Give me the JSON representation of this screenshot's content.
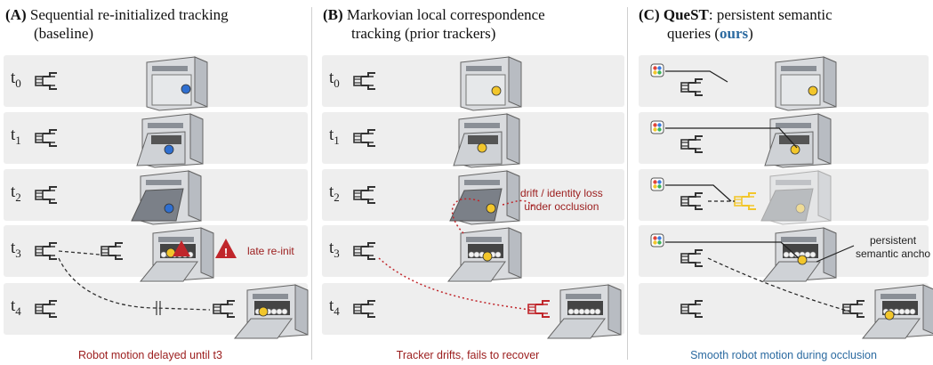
{
  "panels": [
    {
      "id": "A",
      "prefix": "(A)",
      "title_line1": "Sequential re-initialized tracking",
      "title_line2": "(baseline)",
      "caption": "Robot motion delayed until t3",
      "caption_color": "#9b1c1c",
      "annotation": "late re-init"
    },
    {
      "id": "B",
      "prefix": "(B)",
      "title_line1": "Markovian local correspondence",
      "title_line2": "tracking (prior trackers)",
      "caption": "Tracker drifts, fails to recover",
      "caption_color": "#9b1c1c",
      "annotation_line1": "drift / identity loss",
      "annotation_line2": "under occlusion"
    },
    {
      "id": "C",
      "prefix": "(C)",
      "title_bold": "QueST",
      "title_rest": ": persistent semantic",
      "title_line2_a": "queries (",
      "title_line2_ours": "ours",
      "title_line2_b": ")",
      "caption": "Smooth robot motion during occlusion",
      "caption_color": "#2b6aa0",
      "annotation_line1": "persistent",
      "annotation_line2": "semantic ancho"
    }
  ],
  "timesteps": [
    {
      "base": "t",
      "sub": "0"
    },
    {
      "base": "t",
      "sub": "1"
    },
    {
      "base": "t",
      "sub": "2"
    },
    {
      "base": "t",
      "sub": "3"
    },
    {
      "base": "t",
      "sub": "4"
    }
  ],
  "icons": [
    "robot-gripper-icon",
    "dishwasher-icon",
    "warning-icon",
    "query-token-icon"
  ],
  "colors": {
    "baseline_marker": "#2f6fd0",
    "tracker_marker": "#f2c62b",
    "warning": "#c0262b",
    "ours": "#2b6aa0",
    "drift": "#c0262b"
  }
}
